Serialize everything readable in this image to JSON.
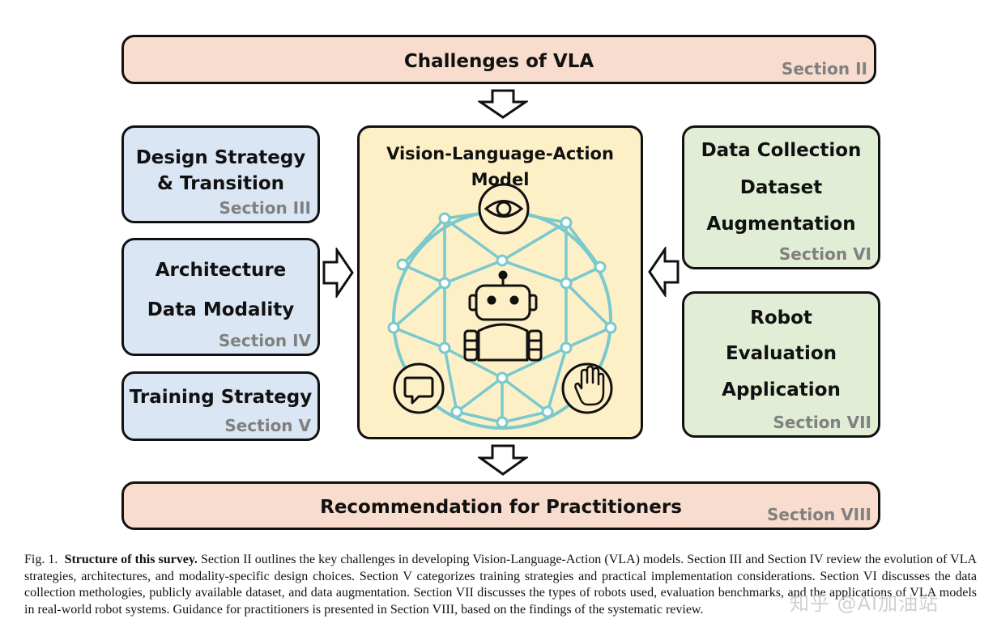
{
  "top_box": {
    "title": "Challenges of VLA",
    "section": "Section II"
  },
  "bottom_box": {
    "title": "Recommendation for Practitioners",
    "section": "Section VIII"
  },
  "left_boxes": [
    {
      "lines": [
        "Design Strategy",
        "& Transition"
      ],
      "section": "Section III"
    },
    {
      "lines": [
        "Architecture",
        "Data Modality"
      ],
      "section": "Section IV"
    },
    {
      "lines": [
        "Training Strategy"
      ],
      "section": "Section V"
    }
  ],
  "right_boxes": [
    {
      "lines": [
        "Data Collection",
        "Dataset",
        "Augmentation"
      ],
      "section": "Section VI"
    },
    {
      "lines": [
        "Robot",
        "Evaluation",
        "Application"
      ],
      "section": "Section VII"
    }
  ],
  "center_box": {
    "title": "Vision-Language-Action Model"
  },
  "icons": [
    "eye-icon",
    "robot-icon",
    "chat-bubble-icon",
    "hand-icon"
  ],
  "colors": {
    "peach": "#f8dccd",
    "blue": "#dae6f4",
    "green": "#e1edd5",
    "yellow": "#fdf0c6",
    "network": "#6cc4c8"
  },
  "caption": {
    "label": "Fig. 1.",
    "bold": "Structure of this survey.",
    "text": "Section II outlines the key challenges in developing Vision-Language-Action (VLA) models. Section III and Section IV review the evolution of VLA strategies, architectures, and modality-specific design choices. Section V categorizes training strategies and practical implementation considerations. Section VI discusses the data collection methologies, publicly available dataset, and data augmentation. Section VII discusses the types of robots used, evaluation benchmarks, and the applications of VLA models in real-world robot systems. Guidance for practitioners is presented in Section VIII, based on the findings of the systematic review."
  },
  "watermark": "知乎 @AI加油站"
}
